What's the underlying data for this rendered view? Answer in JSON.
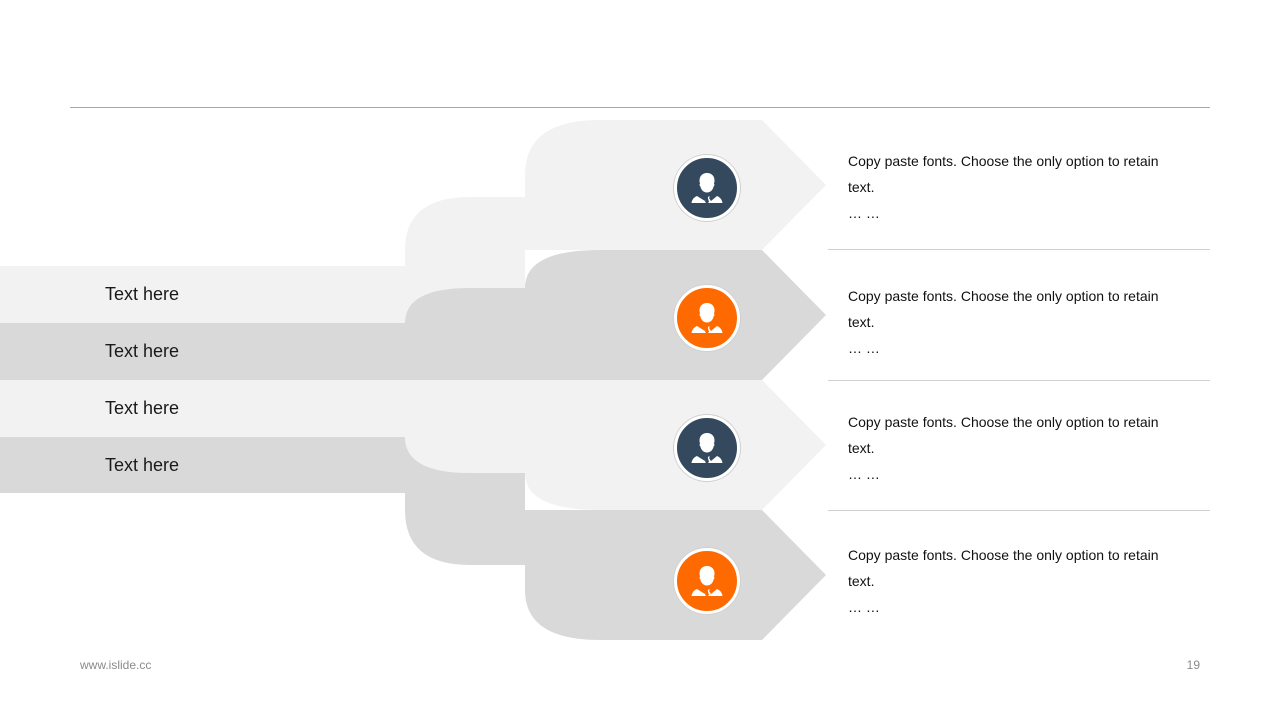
{
  "rows": [
    {
      "label": "Text here"
    },
    {
      "label": "Text here"
    },
    {
      "label": "Text here"
    },
    {
      "label": "Text here"
    }
  ],
  "items": [
    {
      "text": "Copy paste fonts. Choose the only option to retain text.",
      "dots": "… …",
      "icon": "businessman-icon",
      "color": "#34495e"
    },
    {
      "text": "Copy paste fonts. Choose the only option to retain text.",
      "dots": "… …",
      "icon": "businessman-icon",
      "color": "#ff6a00"
    },
    {
      "text": "Copy paste fonts. Choose the only option to retain text.",
      "dots": "… …",
      "icon": "businessman-icon",
      "color": "#34495e"
    },
    {
      "text": "Copy paste fonts. Choose the only option to retain text.",
      "dots": "… …",
      "icon": "businessman-icon",
      "color": "#ff6a00"
    }
  ],
  "footer": {
    "url": "www.islide.cc",
    "page": "19"
  },
  "colors": {
    "light_band": "#f2f2f2",
    "dark_band": "#d9d9d9"
  }
}
